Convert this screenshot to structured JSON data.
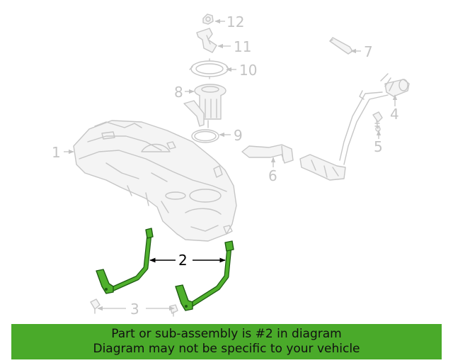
{
  "callouts": {
    "c1": "1",
    "c2": "2",
    "c3": "3",
    "c4": "4",
    "c5": "5",
    "c6": "6",
    "c7": "7",
    "c8": "8",
    "c9": "9",
    "c10": "10",
    "c11": "11",
    "c12": "12"
  },
  "highlighted_part": "2",
  "colors": {
    "highlight": "#4aaa2a",
    "part_outline": "#c6c6c6",
    "callout_text": "#c4c4c4"
  },
  "banner": {
    "line1": "Part or sub-assembly is #2 in diagram",
    "line2": "Diagram may not be specific to your vehicle"
  }
}
